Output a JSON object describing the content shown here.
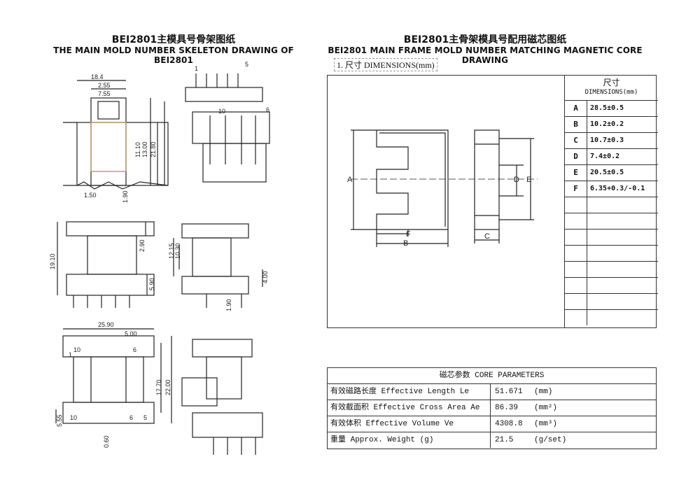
{
  "left": {
    "title_cn": "BEI2801主模具号骨架图纸",
    "title_en": "THE MAIN MOLD NUMBER SKELETON DRAWING OF BEI2801",
    "dims": {
      "d1": "18.4",
      "d2": "2.55",
      "d3": "7.55",
      "d4": "11.10",
      "d5": "13.00",
      "d6": "21.80",
      "d7": "1.50",
      "d8": "1.90",
      "d9": "2.90",
      "d10": "19.10",
      "d11": "5.90",
      "d12": "12.15",
      "d13": "10.30",
      "d14": "4.00",
      "d15": "1.90",
      "d16": "25.90",
      "d17": "5.00",
      "d18": "17.70",
      "d19": "22.00",
      "d20": "5.55",
      "d21": "0.60"
    },
    "pins": {
      "p1": "1",
      "p5": "5",
      "p6": "6",
      "p10": "10",
      "p1b": "1",
      "p5b": "5",
      "p10b": "10",
      "p6b": "6",
      "p10c": "10",
      "p6c": "6"
    }
  },
  "right": {
    "title_cn": "BEI2801主骨架模具号配用磁芯图纸",
    "title_en": "BEI2801 MAIN FRAME MOLD NUMBER MATCHING MAGNETIC CORE DRAWING",
    "section_title": "1. 尺寸 DIMENSIONS(mm)",
    "dim_header_cn": "尺寸",
    "dim_header_en": "DIMENSIONS(mm)",
    "dimensions": [
      {
        "key": "A",
        "value": "28.5±0.5"
      },
      {
        "key": "B",
        "value": "10.2±0.2"
      },
      {
        "key": "C",
        "value": "10.7±0.3"
      },
      {
        "key": "D",
        "value": "7.4±0.2"
      },
      {
        "key": "E",
        "value": "20.5±0.5"
      },
      {
        "key": "F",
        "value": "6.35+0.3/-0.1"
      }
    ],
    "drawing_labels": {
      "A": "A",
      "B": "B",
      "C": "C",
      "D": "D",
      "E": "E",
      "F": "F"
    },
    "params_header": "磁芯参数  CORE PARAMETERS",
    "params": [
      {
        "label": "有效磁路长度 Effective Length  Le",
        "value": "51.671",
        "unit": "(mm)"
      },
      {
        "label": "有效截面积 Effective Cross Area Ae",
        "value": "86.39",
        "unit": "(mm²)"
      },
      {
        "label": "有效体积 Effective Volume Ve",
        "value": "4308.8",
        "unit": "(mm³)"
      },
      {
        "label": "重量 Approx. Weight (g)",
        "value": "21.5",
        "unit": "(g/set)"
      }
    ]
  }
}
